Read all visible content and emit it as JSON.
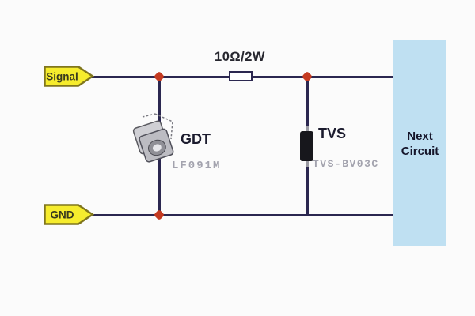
{
  "colors": {
    "background": "#fbfbfb",
    "wire": "#2b2750",
    "junction_dot": "#c43a20",
    "tag_fill": "#f6ec2d",
    "tag_border": "#80761c",
    "tag_text": "#3a3a1e",
    "next_circuit_fill": "#bfe0f2",
    "component_label_text": "#1b1b2e",
    "part_number_text": "#a3a3ae",
    "tvs_body": "#17171c",
    "gdt_body": "#c6c6cc"
  },
  "tags": {
    "signal": "Signal",
    "gnd": "GND"
  },
  "resistor": {
    "label": "10Ω/2W"
  },
  "gdt": {
    "label": "GDT",
    "part": "LF091M"
  },
  "tvs": {
    "label": "TVS",
    "part": "TVS-BV03C"
  },
  "next_circuit": {
    "line1": "Next",
    "line2": "Circuit"
  }
}
